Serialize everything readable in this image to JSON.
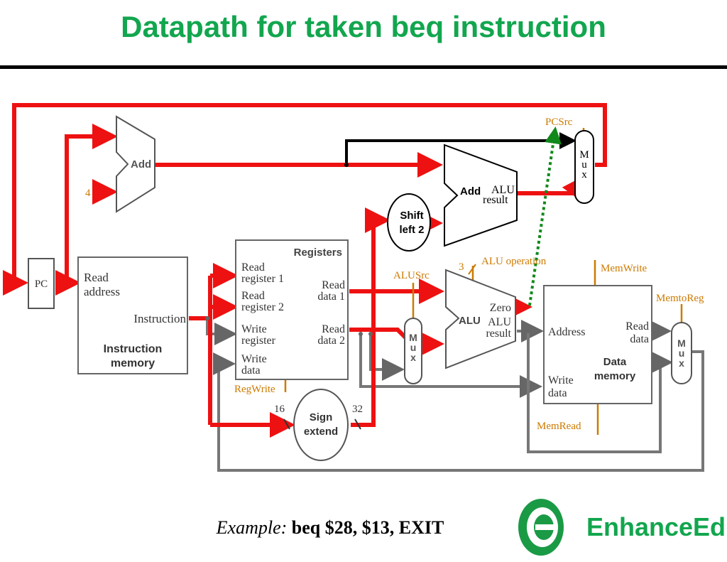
{
  "title": "Datapath for taken beq instruction",
  "example": {
    "prefix": "Example:",
    "instruction": "beq $28, $13, EXIT"
  },
  "logo": {
    "text": "EnhanceEdu",
    "colors": {
      "green": "#1a9a45",
      "text": "#12a64e"
    }
  },
  "colors": {
    "active": "#ee1111",
    "inactive": "#777777",
    "control": "#cc7a00",
    "zero_signal": "#11881a",
    "title": "#12a64e"
  },
  "labels": {
    "pc": "PC",
    "add_top": "Add",
    "const_4": "4",
    "add_branch": "Add",
    "alu_result_1": "ALU",
    "alu_result_2": "result",
    "shift_1": "Shift",
    "shift_2": "left 2",
    "pcsrc": "PCSrc",
    "mux": [
      "M",
      "u",
      "x"
    ],
    "imem": {
      "read_1": "Read",
      "read_2": "address",
      "instruction": "Instruction",
      "name_1": "Instruction",
      "name_2": "memory"
    },
    "regs": {
      "title": "Registers",
      "rr1_a": "Read",
      "rr1_b": "register 1",
      "rr2_a": "Read",
      "rr2_b": "register 2",
      "wr_a": "Write",
      "wr_b": "register",
      "wd_a": "Write",
      "wd_b": "data",
      "rd1_a": "Read",
      "rd1_b": "data 1",
      "rd2_a": "Read",
      "rd2_b": "data 2"
    },
    "regwrite": "RegWrite",
    "sign_1": "Sign",
    "sign_2": "extend",
    "bits_16": "16",
    "bits_32": "32",
    "alusrc": "ALUSrc",
    "alu_op_bits": "3",
    "alu_operation": "ALU operation",
    "alu": "ALU",
    "zero": "Zero",
    "alu_res_1": "ALU",
    "alu_res_2": "result",
    "memwrite": "MemWrite",
    "memtoreg": "MemtoReg",
    "memread": "MemRead",
    "dmem": {
      "address": "Address",
      "read_1": "Read",
      "read_2": "data",
      "write_1": "Write",
      "write_2": "data",
      "name_1": "Data",
      "name_2": "memory"
    }
  }
}
